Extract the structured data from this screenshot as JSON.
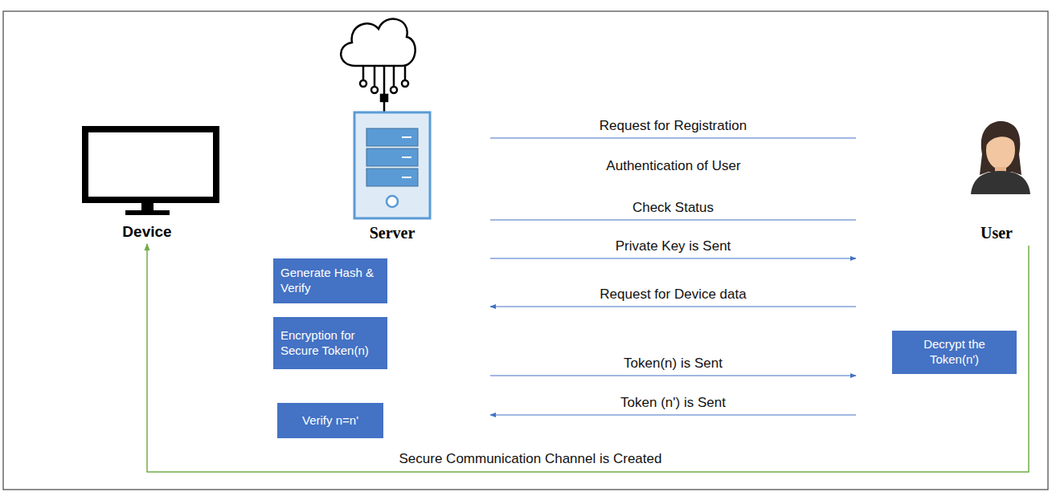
{
  "diagram": {
    "nodes": [
      {
        "text": [
          "Device"
        ]
      },
      {
        "text": [
          "Server"
        ]
      },
      {
        "text": [
          "User"
        ]
      },
      {
        "text": [
          "Generate Hash & Verify"
        ]
      },
      {
        "text": [
          "Encryption for Secure Token(n)"
        ]
      },
      {
        "text": [
          "Verify n=n'"
        ]
      },
      {
        "text": [
          "Decrypt the Token(n')"
        ]
      }
    ],
    "edges": [
      {
        "from": 1,
        "to": 2,
        "arrow": "none",
        "label": "Request for Registration"
      },
      {
        "from": 1,
        "to": 2,
        "arrow": "none",
        "label": "Check Status"
      },
      {
        "from": 1,
        "to": 2,
        "arrow": "to",
        "label": "Private Key is Sent"
      },
      {
        "from": 2,
        "to": 1,
        "arrow": "to",
        "label": "Request for Device data"
      },
      {
        "from": 1,
        "to": 2,
        "arrow": "to",
        "label": "Token(n) is Sent"
      },
      {
        "from": 2,
        "to": 1,
        "arrow": "to",
        "label": "Token (n') is Sent"
      },
      {
        "from": 2,
        "to": 0,
        "arrow": "to",
        "label": "Secure Communication Channel is Created"
      }
    ],
    "labels": [
      "Authentication of User"
    ]
  }
}
